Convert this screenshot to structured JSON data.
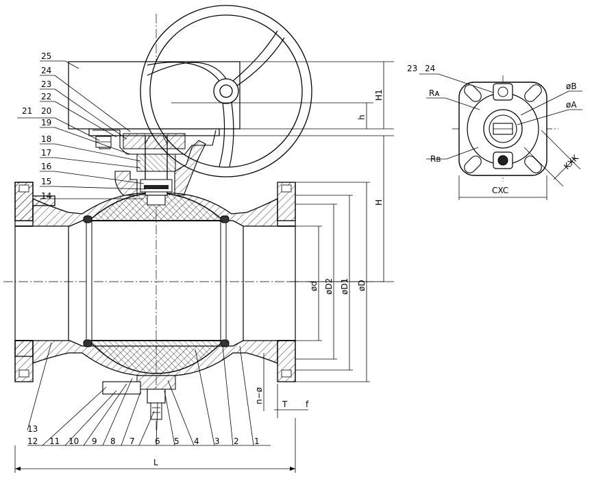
{
  "callouts": [
    "1",
    "2",
    "3",
    "4",
    "5",
    "6",
    "7",
    "8",
    "9",
    "10",
    "11",
    "12",
    "13",
    "14",
    "15",
    "16",
    "17",
    "18",
    "19",
    "20",
    "21",
    "22",
    "23",
    "24",
    "25"
  ],
  "dimensions": {
    "L": "L",
    "H": "H",
    "H1": "H1",
    "h": "h",
    "phi_d": "ød",
    "phi_D2": "øD2",
    "phi_D1": "øD1",
    "phi_D": "øD",
    "n_phi": "n−ø",
    "T": "T",
    "f": "f"
  },
  "top_view": {
    "phi_A": "øA",
    "phi_B": "øB",
    "RA": "Rᴀ",
    "RB": "Rʙ",
    "CXC": "CXC",
    "KXK": "KXK",
    "label_23": "23",
    "label_24": "24"
  },
  "colors": {
    "line": "#000000",
    "background": "#ffffff"
  }
}
